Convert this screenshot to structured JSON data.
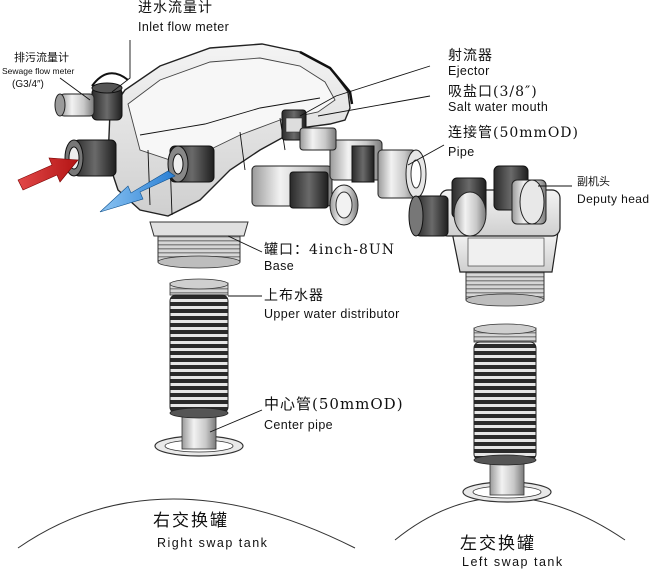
{
  "labels": {
    "inlet_flow_meter": {
      "zh": "进水流量计",
      "en": "Inlet flow meter"
    },
    "sewage_flow_meter": {
      "zh": "排污流量计",
      "en": "Sewage flow meter",
      "size": "(G3/4″)"
    },
    "ejector": {
      "zh": "射流器",
      "en": "Ejector"
    },
    "salt_water_mouth": {
      "zh": "吸盐口(3/8″)",
      "en": "Salt water mouth"
    },
    "pipe": {
      "zh": "连接管(50mmOD)",
      "en": "Pipe"
    },
    "deputy_head": {
      "zh": "副机头",
      "en": "Deputy head"
    },
    "base": {
      "zh": "罐口：4inch-8UN",
      "en": "Base"
    },
    "upper_distributor": {
      "zh": "上布水器",
      "en": "Upper water distributor"
    },
    "center_pipe": {
      "zh": "中心管(50mmOD)",
      "en": "Center pipe"
    },
    "right_tank": {
      "zh": "右交换罐",
      "en": "Right swap tank"
    },
    "left_tank": {
      "zh": "左交换罐",
      "en": "Left swap tank"
    }
  },
  "colors": {
    "inlet_arrow": "#d42a2a",
    "outlet_arrow": "#2a7fd4",
    "line": "#111111"
  }
}
